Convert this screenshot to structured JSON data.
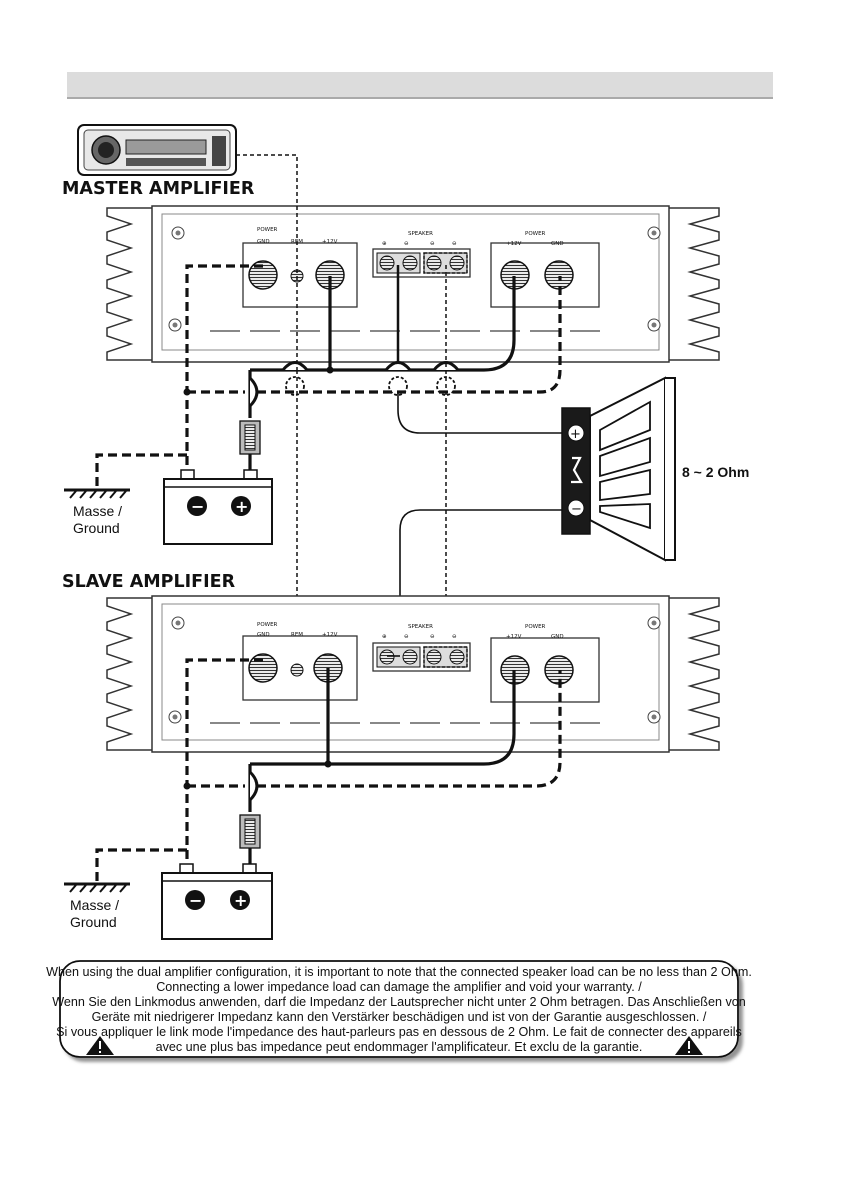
{
  "titles": {
    "master": "MASTER AMPLIFIER",
    "slave": "SLAVE AMPLIFIER"
  },
  "amp_labels": {
    "power": "POWER",
    "gnd": "GND",
    "rem": "REM",
    "plus12": "+12V",
    "speaker": "SPEAKER",
    "spk_terminals": [
      "⊕",
      "⊖",
      "⊖",
      "⊖"
    ]
  },
  "speaker": {
    "impedance": "8 ~ 2 Ohm",
    "plus_symbol": "+",
    "minus_symbol": "−"
  },
  "ground": {
    "line1": "Masse /",
    "line2": "Ground"
  },
  "battery": {
    "minus": "−",
    "plus": "+"
  },
  "warning": {
    "lines": [
      "When using the dual amplifier configuration, it is important to note that the connected speaker load can be no less than 2 Ohm.",
      "Connecting a lower impedance load can damage the amplifier and void your warranty. /",
      "Wenn Sie den Linkmodus anwenden, darf die Impedanz der Lautsprecher nicht unter 2 Ohm betragen. Das Anschließen von",
      "Geräte mit niedrigerer Impedanz kann den Verstärker beschädigen und ist von der Garantie ausgeschlossen. /",
      "Si vous appliquer le link mode l'impedance des haut-parleurs pas en dessous de 2 Ohm. Le fait de connecter des appareils",
      "avec une plus bas impedance peut endommager l'amplificateur. Et exclu de la garantie."
    ],
    "icon": "warning-triangle-icon"
  },
  "colors": {
    "header_band": "#dcdcdc",
    "line": "#111111",
    "speaker_body": "#1a1a1a"
  }
}
